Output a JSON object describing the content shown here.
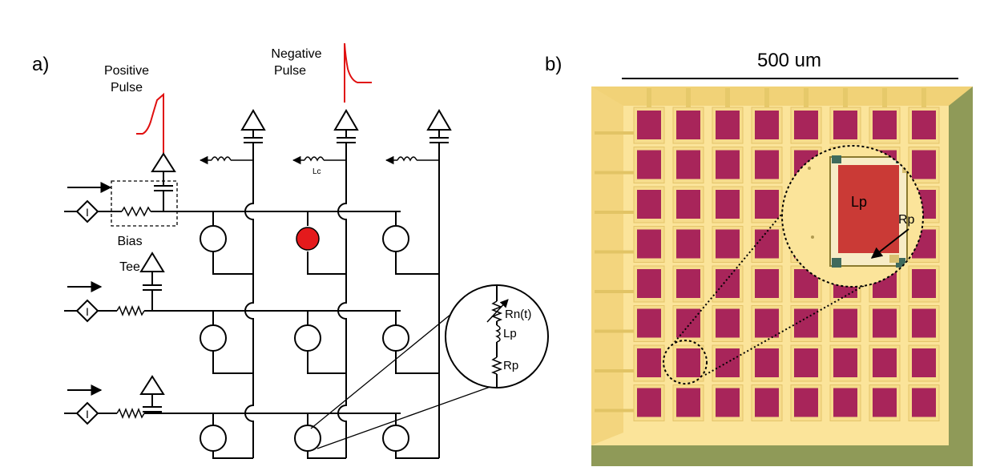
{
  "panel_a": {
    "label": "a)",
    "positive_pulse": [
      "Positive",
      "Pulse"
    ],
    "negative_pulse": [
      "Negative",
      "Pulse"
    ],
    "bias_tee": [
      "Bias",
      "Tee"
    ],
    "inductor_label": "Lc",
    "inset_labels": [
      "Rn(t)",
      "Lp",
      "Rp"
    ],
    "highlight_color": "#e41a1c",
    "pulse_color": "#e01010",
    "source_symbol": "I"
  },
  "panel_b": {
    "label": "b)",
    "scale_bar": "500 um",
    "zoom_labels": [
      "Lp",
      "Rp"
    ],
    "colors": {
      "background": "#fbe49a",
      "device": "#a8255a",
      "ground": "#8f9a58"
    }
  }
}
